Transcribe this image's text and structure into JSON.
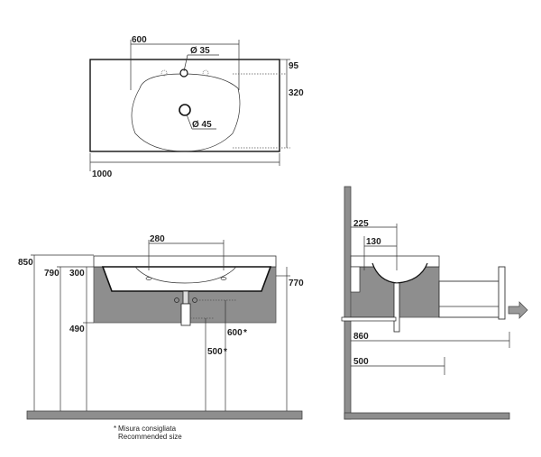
{
  "top_view": {
    "width": "600",
    "hole_small": "Ø 35",
    "hole_drain": "Ø 45",
    "depth_front": "95",
    "depth_basin": "320",
    "total_width": "1000"
  },
  "front_view": {
    "height_total": "850",
    "height_top": "790",
    "cabinet_height": "300",
    "basin_width": "280",
    "cabinet_depth_right": "770",
    "lower_gap": "490",
    "siphon_height": "600",
    "siphon_mark": "*",
    "drain_height": "500",
    "drain_mark": "*"
  },
  "side_view": {
    "depth_225": "225",
    "depth_130": "130",
    "depth_860": "860",
    "depth_500": "500"
  },
  "legend": {
    "note_it": "Misura consigliata",
    "note_en": "Recommended size",
    "note_mark": "*"
  }
}
